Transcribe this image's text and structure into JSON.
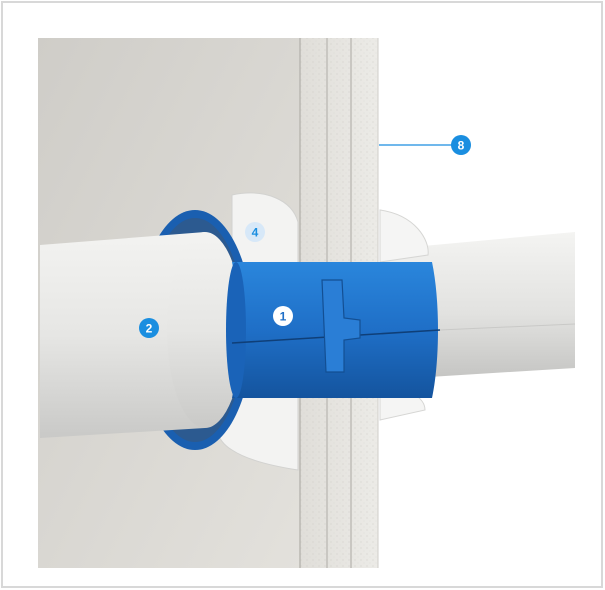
{
  "callouts": [
    {
      "label": "1"
    },
    {
      "label": "2"
    },
    {
      "label": "4"
    },
    {
      "label": "8"
    }
  ],
  "colors": {
    "wall": "#dcdad5",
    "board": "#e8e6e2",
    "pipe": "#e9e9e7",
    "sleeve_blue": "#1f6fc7",
    "sleeve_dark": "#15509a",
    "callout_blue": "#1a8ee0",
    "background": "#ffffff"
  }
}
